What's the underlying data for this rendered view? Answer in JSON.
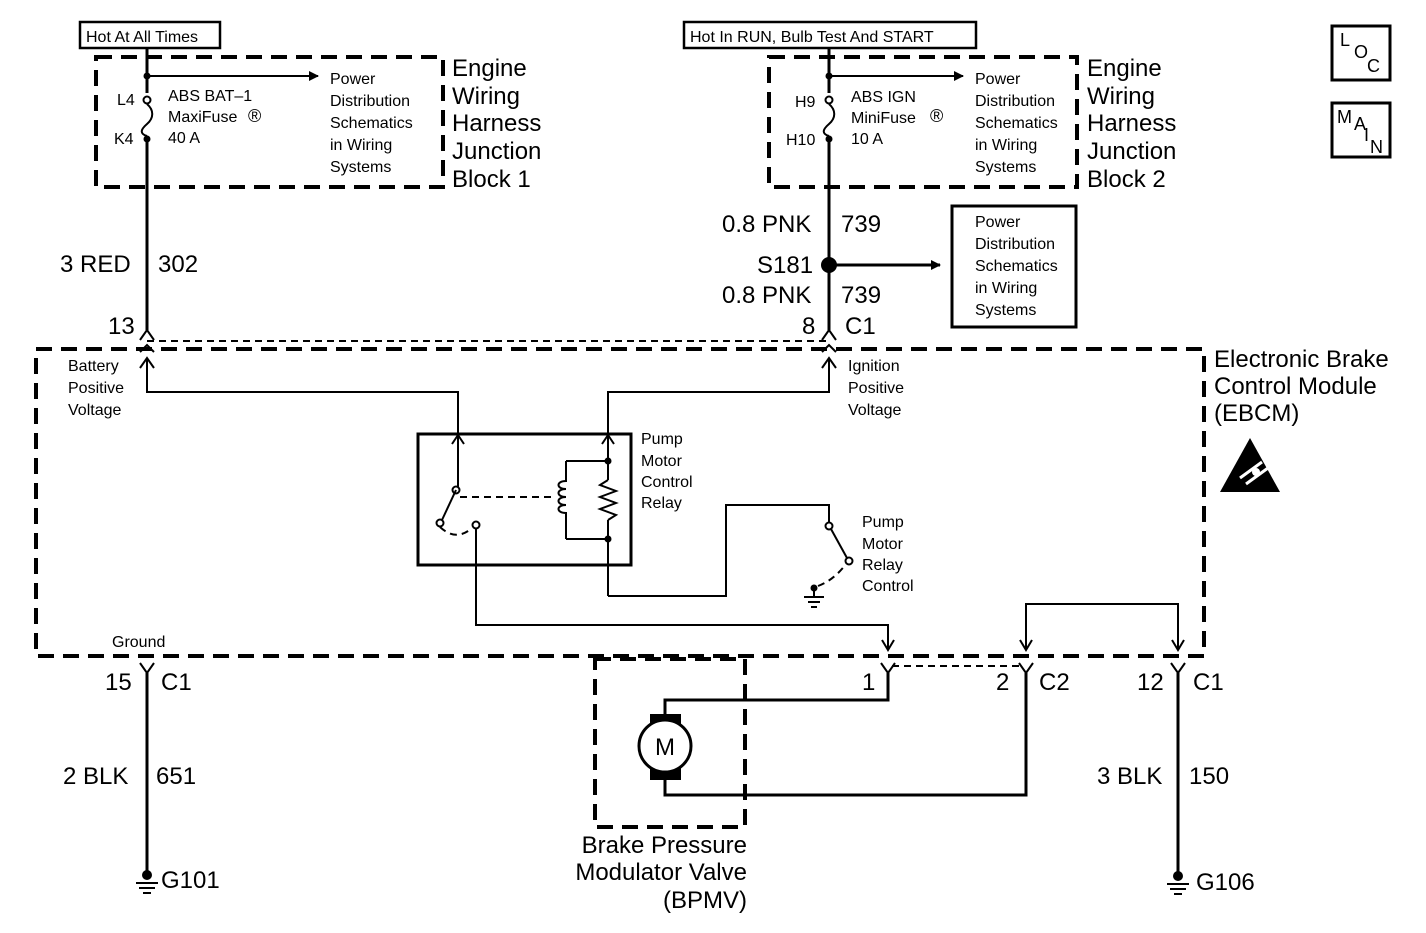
{
  "fuse_block_1": {
    "header": "Hot At All Times",
    "pin_in": "L4",
    "pin_out": "K4",
    "fuse_name": "ABS BAT–1",
    "fuse_type": "MaxiFuse",
    "fuse_rating": "40 A",
    "ref_lines": [
      "Power",
      "Distribution",
      "Schematics",
      "in Wiring",
      "Systems"
    ],
    "title_lines": [
      "Engine",
      "Wiring",
      "Harness",
      "Junction",
      "Block 1"
    ]
  },
  "fuse_block_2": {
    "header": "Hot In RUN, Bulb Test And START",
    "pin_in": "H9",
    "pin_out": "H10",
    "fuse_name": "ABS IGN",
    "fuse_type": "MiniFuse",
    "fuse_rating": "10 A",
    "ref_lines": [
      "Power",
      "Distribution",
      "Schematics",
      "in Wiring",
      "Systems"
    ],
    "title_lines": [
      "Engine",
      "Wiring",
      "Harness",
      "Junction",
      "Block 2"
    ]
  },
  "registered_mark": "®",
  "nav": {
    "loc": [
      "L",
      "O",
      "C"
    ],
    "main": [
      "M",
      "A",
      "I",
      "N"
    ]
  },
  "wires": {
    "battery": {
      "size_color": "3 RED",
      "circuit": "302",
      "pin": "13"
    },
    "ignition_upper": {
      "size_color": "0.8 PNK",
      "circuit": "739"
    },
    "splice": "S181",
    "splice_ref_lines": [
      "Power",
      "Distribution",
      "Schematics",
      "in Wiring",
      "Systems"
    ],
    "ignition_lower": {
      "size_color": "0.8 PNK",
      "circuit": "739",
      "pin": "8",
      "connector": "C1"
    },
    "ground_left": {
      "pin": "15",
      "connector": "C1",
      "size_color": "2 BLK",
      "circuit": "651",
      "ground": "G101"
    },
    "motor_1": {
      "pin": "1"
    },
    "motor_2": {
      "pin": "2",
      "connector": "C2"
    },
    "ground_right": {
      "pin": "12",
      "connector": "C1",
      "size_color": "3 BLK",
      "circuit": "150",
      "ground": "G106"
    }
  },
  "ebcm": {
    "title_lines": [
      "Electronic Brake",
      "Control Module",
      "(EBCM)"
    ],
    "battery_label": [
      "Battery",
      "Positive",
      "Voltage"
    ],
    "ignition_label": [
      "Ignition",
      "Positive",
      "Voltage"
    ],
    "relay_label": [
      "Pump",
      "Motor",
      "Control",
      "Relay"
    ],
    "relay_control_label": [
      "Pump",
      "Motor",
      "Relay",
      "Control"
    ],
    "ground_label": "Ground"
  },
  "bpmv": {
    "motor_symbol": "M",
    "title_lines": [
      "Brake Pressure",
      "Modulator Valve",
      "(BPMV)"
    ]
  }
}
